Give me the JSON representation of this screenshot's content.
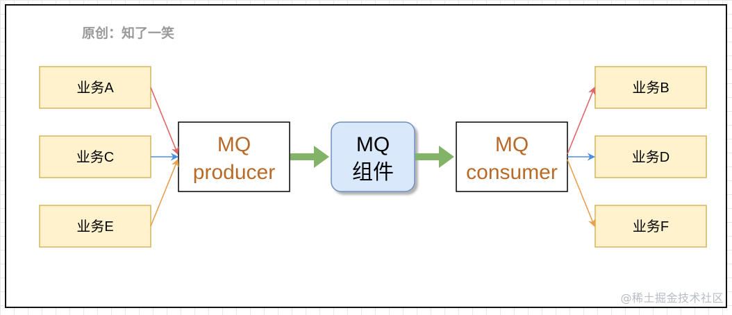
{
  "diagram": {
    "credit": "原创：知了一笑",
    "business_boxes": {
      "a": "业务A",
      "c": "业务C",
      "e": "业务E",
      "b": "业务B",
      "d": "业务D",
      "f": "业务F"
    },
    "producer": {
      "line1": "MQ",
      "line2": "producer"
    },
    "broker": {
      "line1": "MQ",
      "line2": "组件"
    },
    "consumer": {
      "line1": "MQ",
      "line2": "consumer"
    }
  },
  "watermark": "@稀土掘金技术社区",
  "colors": {
    "business_fill": "#fff2cc",
    "business_border": "#d6b656",
    "broker_fill": "#dae8fc",
    "broker_border": "#6c8ebf",
    "mq_text": "#b86a26",
    "big_arrow": "#82b366",
    "arrow_red": "#e06666",
    "arrow_blue": "#4a90e2",
    "arrow_orange": "#e8a04c"
  }
}
